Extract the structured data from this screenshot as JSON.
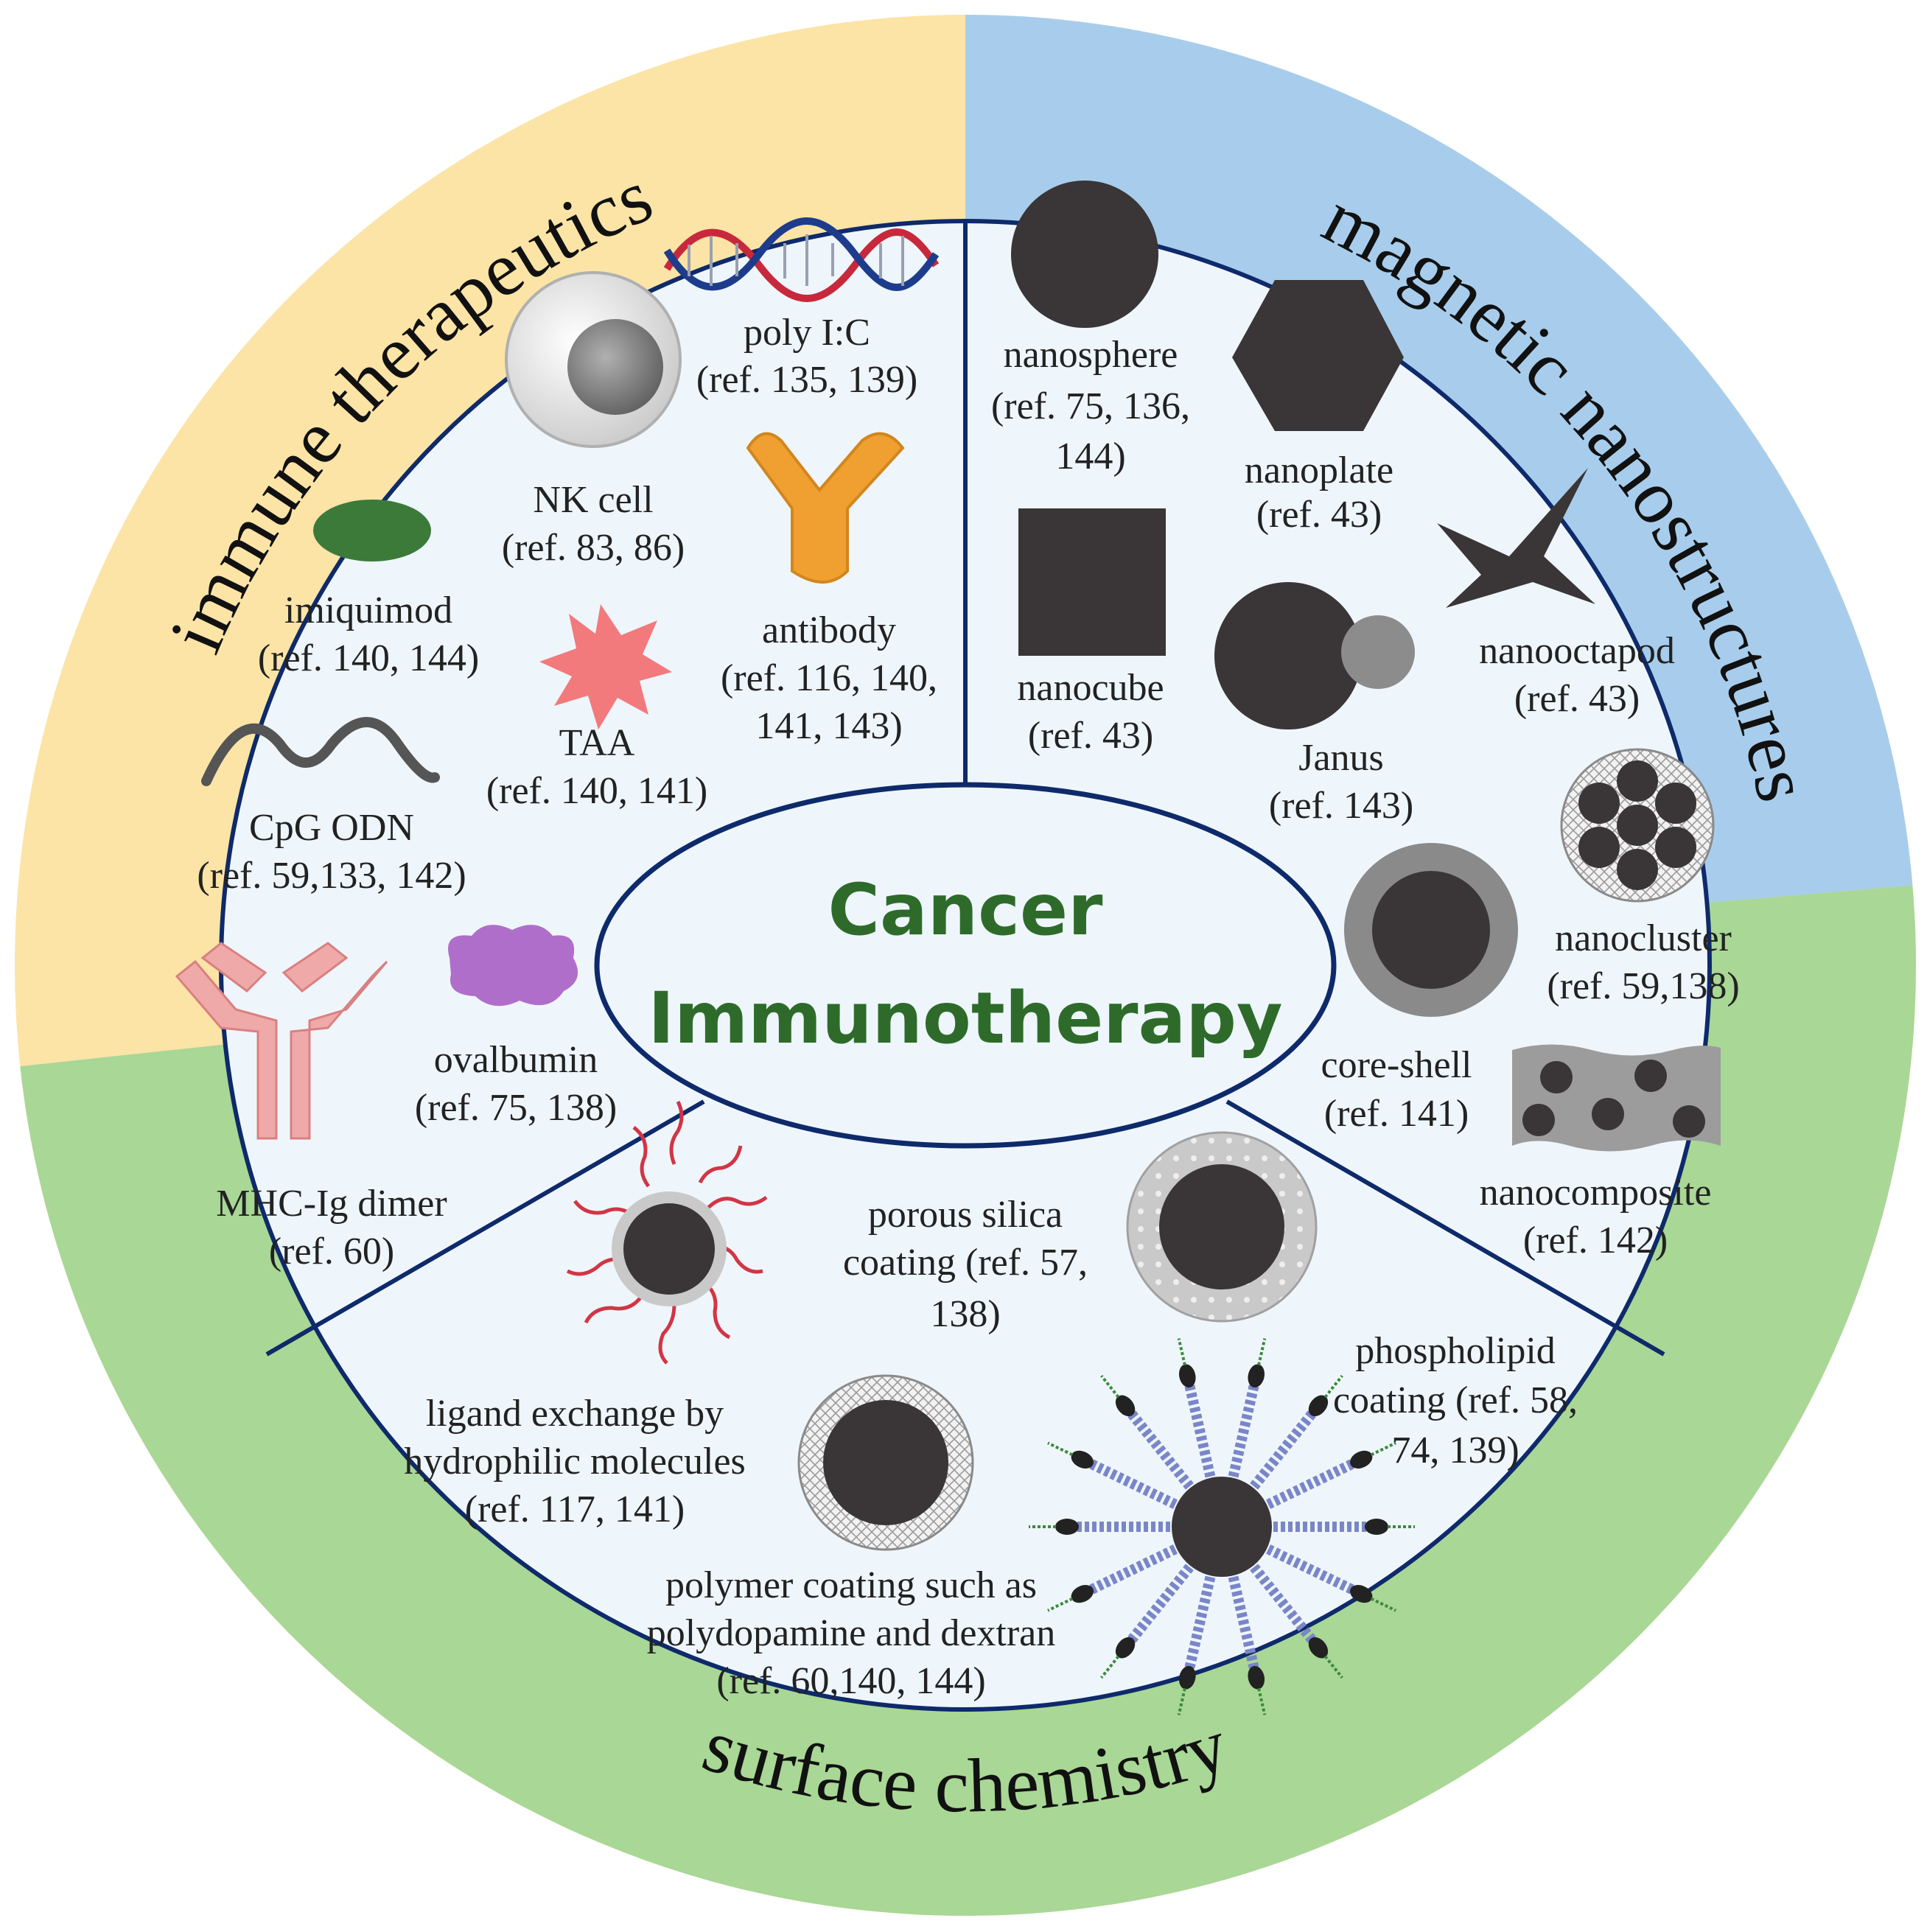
{
  "center": {
    "line1": "Cancer",
    "line2": "Immunotherapy",
    "color": "#2e6b2a"
  },
  "sectors": {
    "immune": {
      "title": "immune therapeutics",
      "color": "#fbe4a6"
    },
    "magnetic": {
      "title": "magnetic nanostructures",
      "color": "#a8cdec"
    },
    "surface": {
      "title": "surface chemistry",
      "color": "#a9d795"
    }
  },
  "colors": {
    "inner": "#eef6fc",
    "divider": "#0e2a6b",
    "particle": "#3a3536"
  },
  "items": {
    "poly_ic": {
      "name": "poly I:C",
      "ref": "(ref. 135, 139)",
      "icon": "dna-icon"
    },
    "nk_cell": {
      "name": "NK cell",
      "ref": "(ref. 83, 86)",
      "icon": "nk-cell-icon"
    },
    "antibody": {
      "name": "antibody",
      "ref1": "(ref. 116, 140,",
      "ref2": "141, 143)",
      "icon": "antibody-icon"
    },
    "imiquimod": {
      "name": "imiquimod",
      "ref": "(ref. 140, 144)",
      "icon": "imiquimod-icon"
    },
    "taa": {
      "name": "TAA",
      "ref": "(ref. 140, 141)",
      "icon": "taa-icon"
    },
    "cpg": {
      "name": "CpG ODN",
      "ref": "(ref. 59,133, 142)",
      "icon": "cpg-wave-icon"
    },
    "mhc": {
      "name": "MHC-Ig dimer",
      "ref": "(ref. 60)",
      "icon": "mhc-dimer-icon"
    },
    "ovalbumin": {
      "name": "ovalbumin",
      "ref": "(ref. 75, 138)",
      "icon": "ovalbumin-icon"
    },
    "nanosphere": {
      "name": "nanosphere",
      "ref1": "(ref. 75, 136,",
      "ref2": "144)",
      "icon": "nanosphere-icon"
    },
    "nanoplate": {
      "name": "nanoplate",
      "ref": "(ref. 43)",
      "icon": "hexagon-icon"
    },
    "nanocube": {
      "name": "nanocube",
      "ref": "(ref. 43)",
      "icon": "cube-icon"
    },
    "nanooctapod": {
      "name": "nanooctapod",
      "ref": "(ref. 43)",
      "icon": "octapod-icon"
    },
    "janus": {
      "name": "Janus",
      "ref": "(ref. 143)",
      "icon": "janus-icon"
    },
    "nanocluster": {
      "name": "nanocluster",
      "ref": "(ref. 59,138)",
      "icon": "cluster-icon"
    },
    "core_shell": {
      "name": "core-shell",
      "ref": "(ref. 141)",
      "icon": "core-shell-icon"
    },
    "nanocomposite": {
      "name": "nanocomposite",
      "ref": "(ref. 142)",
      "icon": "composite-icon"
    },
    "porous_silica": {
      "line1": "porous silica",
      "line2": "coating (ref. 57,",
      "line3": "138)",
      "icon": "porous-silica-icon"
    },
    "ligand_exchange": {
      "line1": "ligand exchange by",
      "line2": "hydrophilic molecules",
      "line3": "(ref. 117, 141)",
      "icon": "ligand-icon"
    },
    "phospholipid": {
      "line1": "phospholipid",
      "line2": "coating (ref. 58,",
      "line3": "74, 139)",
      "icon": "phospholipid-icon"
    },
    "polymer": {
      "line1": "polymer coating such as",
      "line2": "polydopamine and dextran",
      "line3": "(ref. 60,140, 144)",
      "icon": "polymer-icon"
    }
  }
}
